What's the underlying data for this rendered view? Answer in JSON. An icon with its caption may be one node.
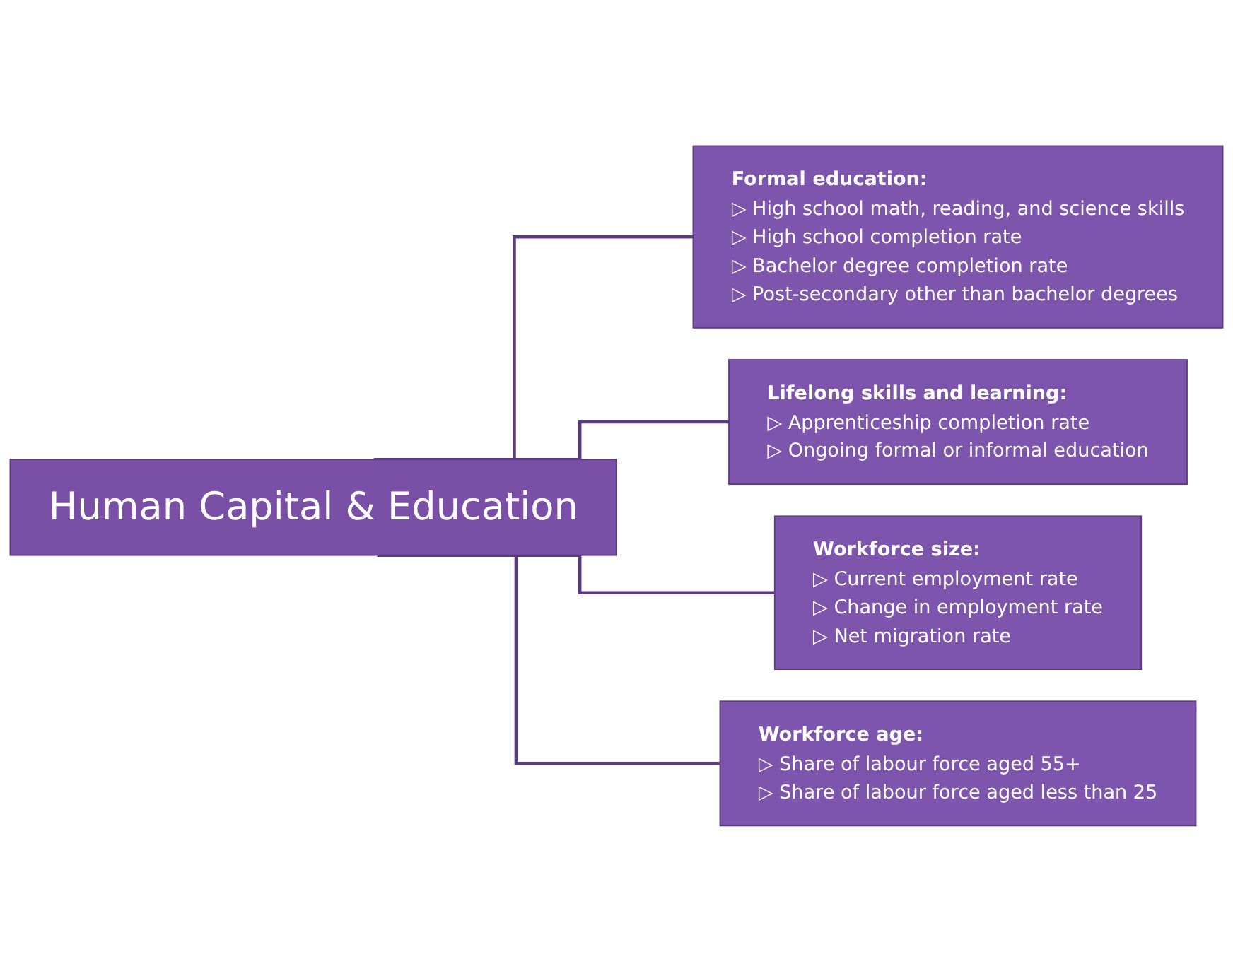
{
  "diagram": {
    "nodes": [
      {
        "text": [
          "Human Capital & Education"
        ]
      },
      {
        "text": [
          "Formal education:",
          "▷ High school math, reading, and science skills",
          "▷ High school completion rate",
          "▷ Bachelor degree completion rate",
          "▷ Post-secondary other than bachelor degrees"
        ]
      },
      {
        "text": [
          "Lifelong skills and learning:",
          "▷ Apprenticeship completion rate",
          "▷ Ongoing formal or informal education"
        ]
      },
      {
        "text": [
          "Workforce size:",
          "▷ Current employment rate",
          "▷ Change in employment rate",
          "▷ Net migration rate"
        ]
      },
      {
        "text": [
          "Workforce age:",
          "▷ Share of labour force aged 55+",
          "▷ Share of labour force aged less than 25"
        ]
      }
    ],
    "edges": [
      {
        "from": 0,
        "to": 1,
        "arrow": "none"
      },
      {
        "from": 0,
        "to": 2,
        "arrow": "none"
      },
      {
        "from": 0,
        "to": 3,
        "arrow": "none"
      },
      {
        "from": 0,
        "to": 4,
        "arrow": "none"
      }
    ]
  }
}
